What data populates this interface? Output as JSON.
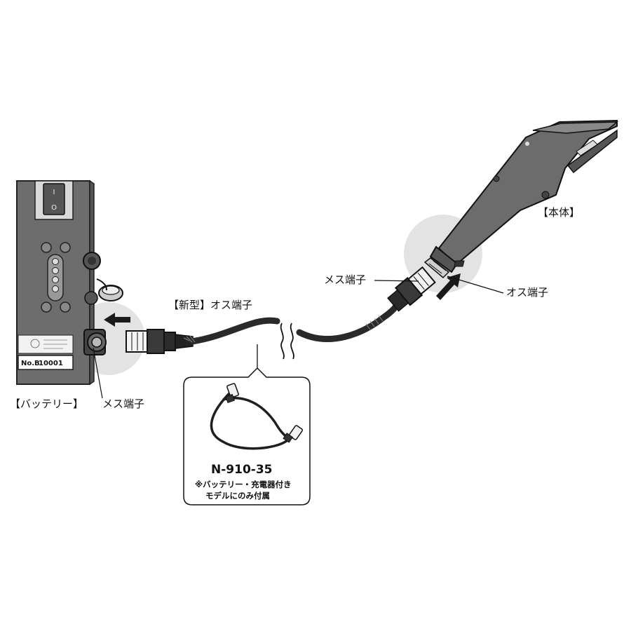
{
  "labels": {
    "battery": "【バッテリー】",
    "battery_female": "メス端子",
    "new_male": "【新型】オス端子",
    "body": "【本体】",
    "tool_female": "メス端子",
    "tool_male": "オス端子"
  },
  "battery_panel": {
    "serial_prefix": "No.B",
    "serial_number": "10001",
    "switch_on": "I",
    "switch_off": "O"
  },
  "inset": {
    "model": "N-910-35",
    "note_line1": "※バッテリー・充電器付き",
    "note_line2": "モデルにのみ付属"
  },
  "colors": {
    "device_gray": "#6b6b6b",
    "highlight_circle": "#e2e2e2",
    "arrow": "#1a1a1a",
    "cable": "#2a2a2a"
  }
}
